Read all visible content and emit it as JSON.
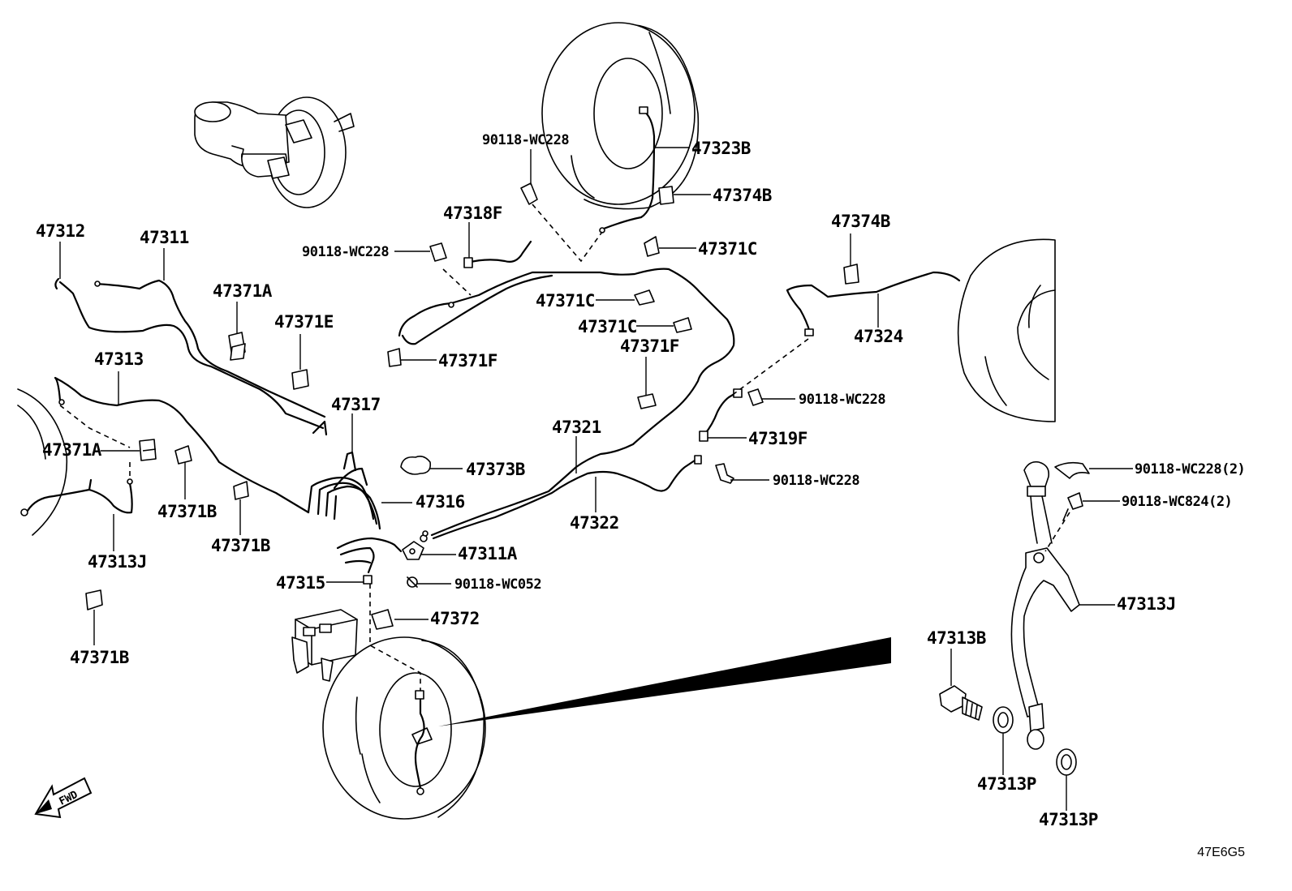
{
  "diagram_code": "47E6G5",
  "fwd_label": "FWD",
  "labels": [
    {
      "id": "l-47312",
      "text": "47312"
    },
    {
      "id": "l-47311",
      "text": "47311"
    },
    {
      "id": "l-47371a-1",
      "text": "47371A"
    },
    {
      "id": "l-47371e",
      "text": "47371E"
    },
    {
      "id": "l-47313",
      "text": "47313"
    },
    {
      "id": "l-47371a-2",
      "text": "47371A"
    },
    {
      "id": "l-47371b-1",
      "text": "47371B"
    },
    {
      "id": "l-47371b-2",
      "text": "47371B"
    },
    {
      "id": "l-47313j-1",
      "text": "47313J"
    },
    {
      "id": "l-47371b-3",
      "text": "47371B"
    },
    {
      "id": "l-47317",
      "text": "47317"
    },
    {
      "id": "l-47316",
      "text": "47316"
    },
    {
      "id": "l-47315",
      "text": "47315"
    },
    {
      "id": "l-47372",
      "text": "47372"
    },
    {
      "id": "l-47373b",
      "text": "47373B"
    },
    {
      "id": "l-47311a",
      "text": "47311A"
    },
    {
      "id": "l-90118-wc052",
      "text": "90118-WC052"
    },
    {
      "id": "l-90118-wc228-1",
      "text": "90118-WC228"
    },
    {
      "id": "l-47318f",
      "text": "47318F"
    },
    {
      "id": "l-90118-wc228-2",
      "text": "90118-WC228"
    },
    {
      "id": "l-47323b",
      "text": "47323B"
    },
    {
      "id": "l-47374b-1",
      "text": "47374B"
    },
    {
      "id": "l-47371c-1",
      "text": "47371C"
    },
    {
      "id": "l-47371c-2",
      "text": "47371C"
    },
    {
      "id": "l-47371c-3",
      "text": "47371C"
    },
    {
      "id": "l-47371f-1",
      "text": "47371F"
    },
    {
      "id": "l-47371f-2",
      "text": "47371F"
    },
    {
      "id": "l-47374b-2",
      "text": "47374B"
    },
    {
      "id": "l-47324",
      "text": "47324"
    },
    {
      "id": "l-90118-wc228-3",
      "text": "90118-WC228"
    },
    {
      "id": "l-47319f",
      "text": "47319F"
    },
    {
      "id": "l-90118-wc228-4",
      "text": "90118-WC228"
    },
    {
      "id": "l-47321",
      "text": "47321"
    },
    {
      "id": "l-47322",
      "text": "47322"
    },
    {
      "id": "l-90118-wc228-2x",
      "text": "90118-WC228(2)"
    },
    {
      "id": "l-90118-wc824-2x",
      "text": "90118-WC824(2)"
    },
    {
      "id": "l-47313j-2",
      "text": "47313J"
    },
    {
      "id": "l-47313b",
      "text": "47313B"
    },
    {
      "id": "l-47313p-1",
      "text": "47313P"
    },
    {
      "id": "l-47313p-2",
      "text": "47313P"
    }
  ]
}
